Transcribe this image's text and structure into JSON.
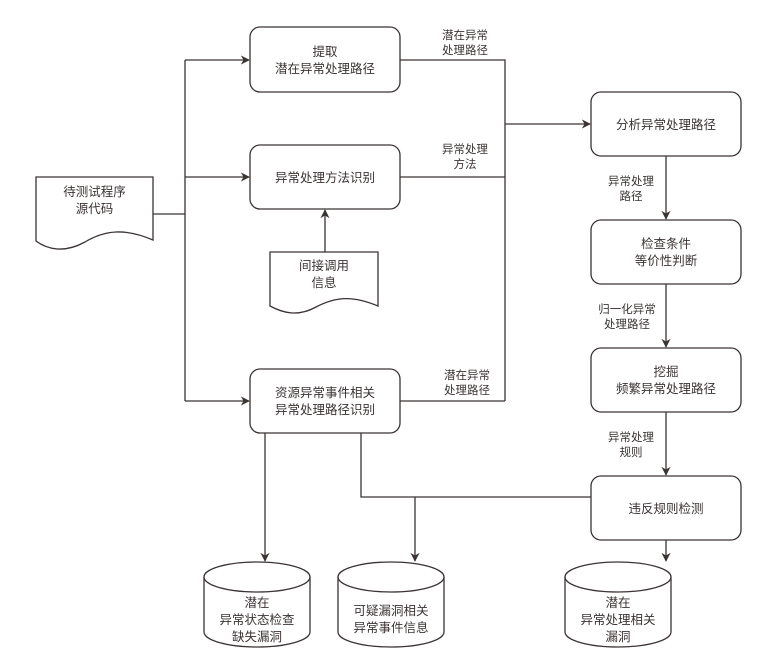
{
  "diagram": {
    "nodes": {
      "source_code": {
        "type": "document",
        "lines": [
          "待测试程序",
          "源代码"
        ]
      },
      "extract_paths": {
        "type": "process",
        "lines": [
          "提取",
          "潜在异常处理路径"
        ]
      },
      "handler_identify": {
        "type": "process",
        "lines": [
          "异常处理方法识别"
        ]
      },
      "indirect_call": {
        "type": "document",
        "lines": [
          "间接调用",
          "信息"
        ]
      },
      "resource_event": {
        "type": "process",
        "lines": [
          "资源异常事件相关",
          "异常处理路径识别"
        ]
      },
      "analyze_paths": {
        "type": "process",
        "lines": [
          "分析异常处理路径"
        ]
      },
      "condition_check": {
        "type": "process",
        "lines": [
          "检查条件",
          "等价性判断"
        ]
      },
      "mine_frequent": {
        "type": "process",
        "lines": [
          "挖掘",
          "频繁异常处理路径"
        ]
      },
      "violation_detect": {
        "type": "process",
        "lines": [
          "违反规则检测"
        ]
      },
      "db_missing_check": {
        "type": "database",
        "lines": [
          "潜在",
          "异常状态检查",
          "缺失漏洞"
        ]
      },
      "db_suspicious_event": {
        "type": "database",
        "lines": [
          "可疑漏洞相关",
          "异常事件信息"
        ]
      },
      "db_handling_vuln": {
        "type": "database",
        "lines": [
          "潜在",
          "异常处理相关",
          "漏洞"
        ]
      }
    },
    "edge_labels": {
      "extract_out": [
        "潜在异常",
        "处理路径"
      ],
      "handler_out": [
        "异常处理",
        "方法"
      ],
      "resource_out": [
        "潜在异常",
        "处理路径"
      ],
      "analyze_to_check": [
        "异常处理",
        "路径"
      ],
      "check_to_mine": [
        "归一化异常",
        "处理路径"
      ],
      "mine_to_detect": [
        "异常处理",
        "规则"
      ]
    },
    "edges": [
      {
        "from": "source_code",
        "to": "extract_paths"
      },
      {
        "from": "source_code",
        "to": "handler_identify"
      },
      {
        "from": "source_code",
        "to": "resource_event"
      },
      {
        "from": "indirect_call",
        "to": "handler_identify"
      },
      {
        "from": "extract_paths",
        "to": "analyze_paths",
        "label": "extract_out"
      },
      {
        "from": "handler_identify",
        "to": "analyze_paths",
        "label": "handler_out"
      },
      {
        "from": "resource_event",
        "to": "analyze_paths",
        "label": "resource_out"
      },
      {
        "from": "analyze_paths",
        "to": "condition_check",
        "label": "analyze_to_check"
      },
      {
        "from": "condition_check",
        "to": "mine_frequent",
        "label": "check_to_mine"
      },
      {
        "from": "mine_frequent",
        "to": "violation_detect",
        "label": "mine_to_detect"
      },
      {
        "from": "resource_event",
        "to": "db_missing_check"
      },
      {
        "from": "resource_event",
        "to": "db_suspicious_event"
      },
      {
        "from": "violation_detect",
        "to": "db_suspicious_event"
      },
      {
        "from": "violation_detect",
        "to": "db_handling_vuln"
      }
    ],
    "colors": {
      "stroke": "#3a3433",
      "background": "#ffffff"
    }
  }
}
